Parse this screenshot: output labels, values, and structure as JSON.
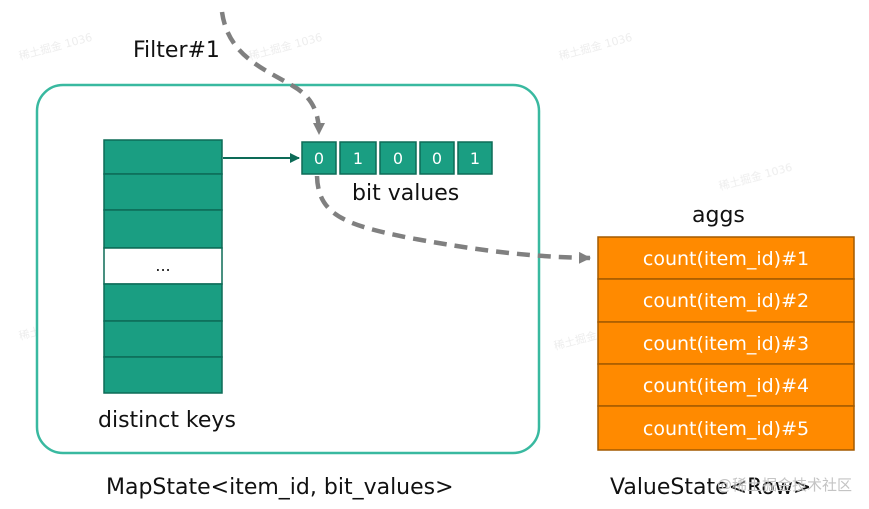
{
  "labels": {
    "filter": "Filter#1",
    "bit_values": "bit values",
    "distinct_keys": "distinct keys",
    "aggs": "aggs",
    "map_state": "MapState<item_id, bit_values>",
    "value_state": "ValueState<Row>",
    "ellipsis_row": "..."
  },
  "bits": [
    "0",
    "1",
    "0",
    "0",
    "1"
  ],
  "agg_rows": [
    "count(item_id)#1",
    "count(item_id)#2",
    "count(item_id)#3",
    "count(item_id)#4",
    "count(item_id)#5"
  ],
  "watermark": "@稀土掘金技术社区",
  "colors": {
    "teal": "#1a9e82",
    "teal_border": "#0d6b57",
    "container_border": "#39b9a0",
    "orange": "#ff8a00",
    "orange_border": "#a35a00",
    "arrow_gray": "#808080"
  }
}
